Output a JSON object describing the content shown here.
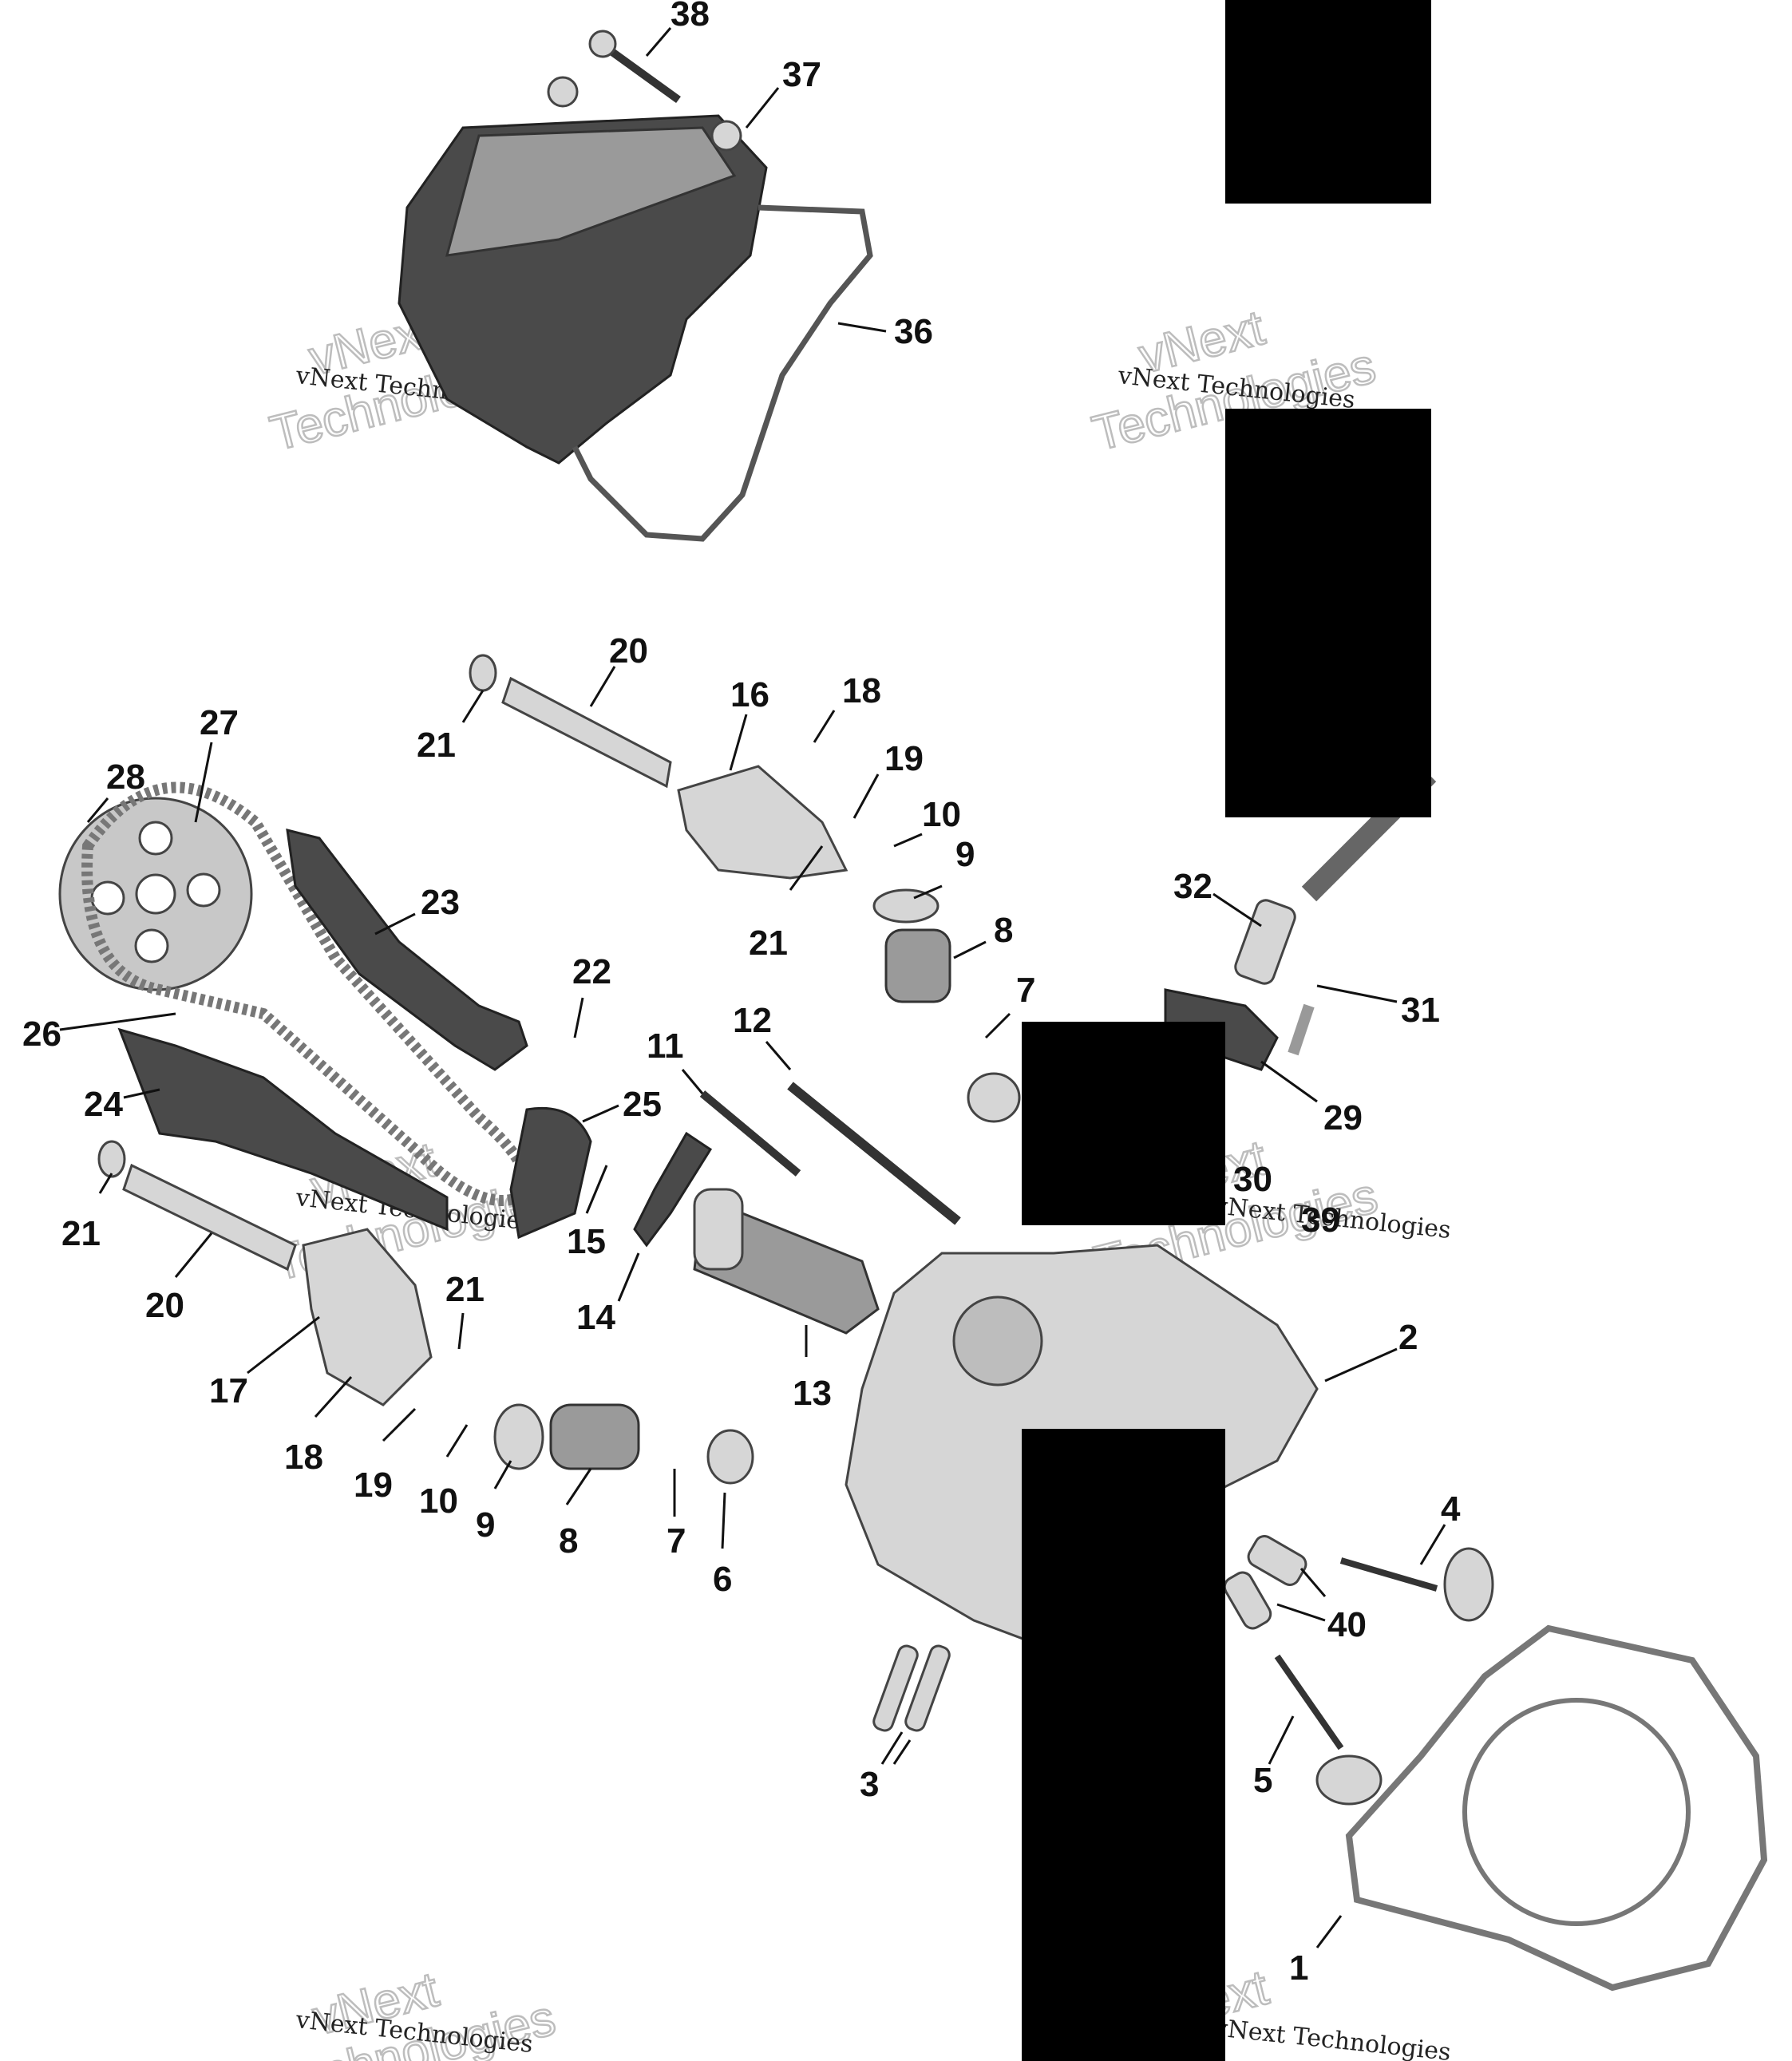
{
  "watermark": {
    "small_text": "vNext Technologies",
    "big_line1": "vNext",
    "big_line2": "Technologies"
  },
  "callouts": [
    "38",
    "37",
    "36",
    "20",
    "21",
    "16",
    "18",
    "19",
    "10",
    "9",
    "8",
    "7",
    "21",
    "27",
    "28",
    "23",
    "22",
    "26",
    "24",
    "25",
    "11",
    "12",
    "21",
    "15",
    "14",
    "13",
    "20",
    "17",
    "21",
    "18",
    "19",
    "10",
    "9",
    "8",
    "7",
    "6",
    "2",
    "32",
    "31",
    "29",
    "30",
    "39",
    "4",
    "40",
    "5",
    "3",
    "1"
  ]
}
